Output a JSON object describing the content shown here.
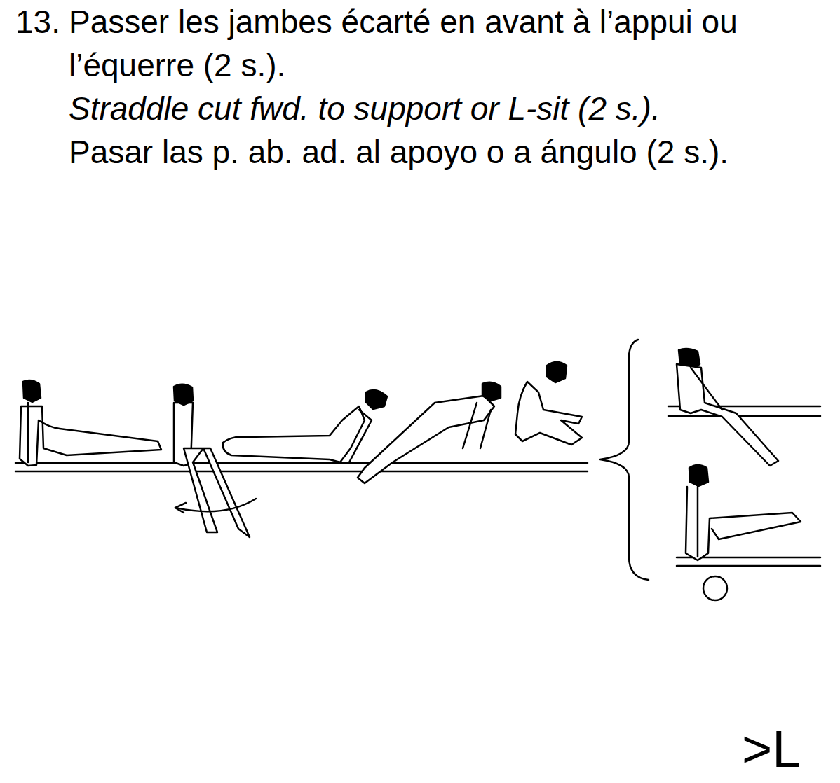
{
  "diagram": {
    "labels": [
      "13.",
      "Passer les jambes écarté en avant à l’appui ou l’équerre (2 s.).",
      "Straddle cut fwd. to support or L-sit (2 s.).",
      "Pasar las p. ab. ad. al apoyo o a ángulo (2 s.).",
      ">L"
    ]
  }
}
